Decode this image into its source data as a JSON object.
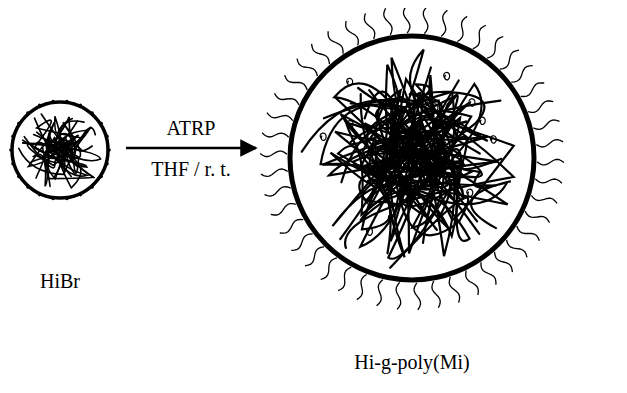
{
  "diagram": {
    "nodes": [
      {
        "text": [
          "HiBr"
        ]
      },
      {
        "text": [
          "Hi-g-poly(Mi)"
        ]
      }
    ],
    "edges": [
      {
        "from": 0,
        "to": 1,
        "arrow": "to",
        "label": "ATRP"
      }
    ],
    "labels": [
      "THF / r. t."
    ]
  }
}
